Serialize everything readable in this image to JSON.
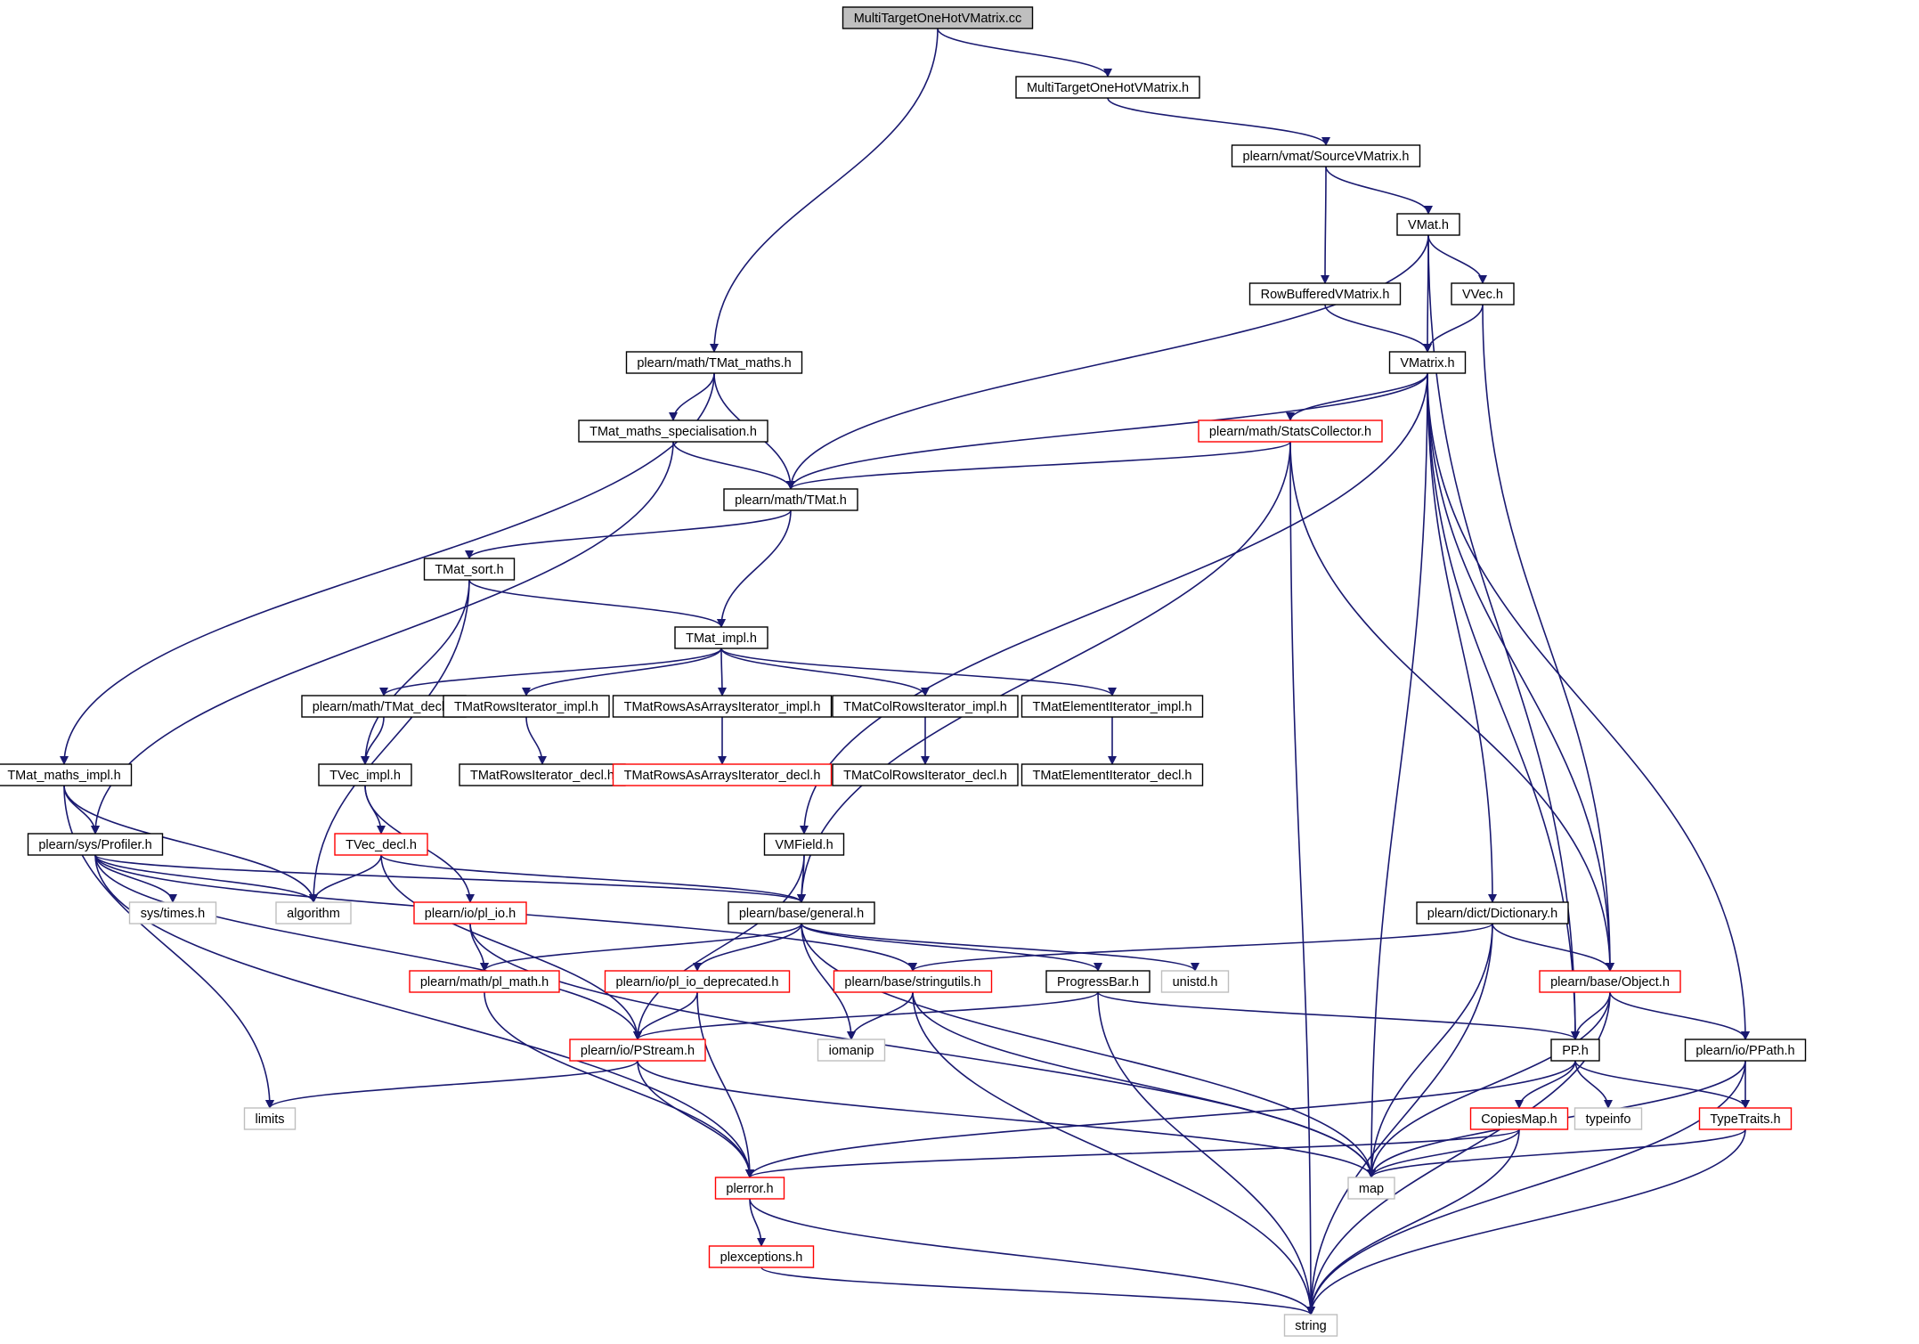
{
  "colors": {
    "edge": "#191970",
    "root_fill": "#bfbfbf",
    "normal": "#000000",
    "truncated": "#ff0000",
    "external": "#bfbfbf"
  },
  "nodes": [
    {
      "id": "root",
      "label": "MultiTargetOneHotVMatrix.cc",
      "kind": "root"
    },
    {
      "id": "mtohv",
      "label": "MultiTargetOneHotVMatrix.h",
      "kind": "normal"
    },
    {
      "id": "svm",
      "label": "plearn/vmat/SourceVMatrix.h",
      "kind": "normal"
    },
    {
      "id": "vmat",
      "label": "VMat.h",
      "kind": "normal"
    },
    {
      "id": "rbvm",
      "label": "RowBufferedVMatrix.h",
      "kind": "normal"
    },
    {
      "id": "vvec",
      "label": "VVec.h",
      "kind": "normal"
    },
    {
      "id": "vmatrix",
      "label": "VMatrix.h",
      "kind": "normal"
    },
    {
      "id": "tmaths",
      "label": "plearn/math/TMat_maths.h",
      "kind": "normal"
    },
    {
      "id": "tmspec",
      "label": "TMat_maths_specialisation.h",
      "kind": "normal"
    },
    {
      "id": "stats",
      "label": "plearn/math/StatsCollector.h",
      "kind": "truncated"
    },
    {
      "id": "tmat",
      "label": "plearn/math/TMat.h",
      "kind": "normal"
    },
    {
      "id": "tsort",
      "label": "TMat_sort.h",
      "kind": "normal"
    },
    {
      "id": "timpl",
      "label": "TMat_impl.h",
      "kind": "normal"
    },
    {
      "id": "tdecl",
      "label": "plearn/math/TMat_decl.h",
      "kind": "normal"
    },
    {
      "id": "triimpl",
      "label": "TMatRowsIterator_impl.h",
      "kind": "normal"
    },
    {
      "id": "traimpl",
      "label": "TMatRowsAsArraysIterator_impl.h",
      "kind": "normal"
    },
    {
      "id": "tciimpl",
      "label": "TMatColRowsIterator_impl.h",
      "kind": "normal"
    },
    {
      "id": "teiimpl",
      "label": "TMatElementIterator_impl.h",
      "kind": "normal"
    },
    {
      "id": "tridecl",
      "label": "TMatRowsIterator_decl.h",
      "kind": "normal"
    },
    {
      "id": "tradecl",
      "label": "TMatRowsAsArraysIterator_decl.h",
      "kind": "truncated"
    },
    {
      "id": "tcidecl",
      "label": "TMatColRowsIterator_decl.h",
      "kind": "normal"
    },
    {
      "id": "teidecl",
      "label": "TMatElementIterator_decl.h",
      "kind": "normal"
    },
    {
      "id": "tmimpl",
      "label": "TMat_maths_impl.h",
      "kind": "normal"
    },
    {
      "id": "tvimpl",
      "label": "TVec_impl.h",
      "kind": "normal"
    },
    {
      "id": "profiler",
      "label": "plearn/sys/Profiler.h",
      "kind": "normal"
    },
    {
      "id": "tvdecl",
      "label": "TVec_decl.h",
      "kind": "truncated"
    },
    {
      "id": "vmfield",
      "label": "VMField.h",
      "kind": "normal"
    },
    {
      "id": "systimes",
      "label": "sys/times.h",
      "kind": "external"
    },
    {
      "id": "algorithm",
      "label": "algorithm",
      "kind": "external"
    },
    {
      "id": "general",
      "label": "plearn/base/general.h",
      "kind": "normal"
    },
    {
      "id": "plio",
      "label": "plearn/io/pl_io.h",
      "kind": "truncated"
    },
    {
      "id": "dict",
      "label": "plearn/dict/Dictionary.h",
      "kind": "normal"
    },
    {
      "id": "plmath",
      "label": "plearn/math/pl_math.h",
      "kind": "truncated"
    },
    {
      "id": "pliodep",
      "label": "plearn/io/pl_io_deprecated.h",
      "kind": "truncated"
    },
    {
      "id": "strutils",
      "label": "plearn/base/stringutils.h",
      "kind": "truncated"
    },
    {
      "id": "progress",
      "label": "ProgressBar.h",
      "kind": "normal"
    },
    {
      "id": "unistd",
      "label": "unistd.h",
      "kind": "external"
    },
    {
      "id": "object",
      "label": "plearn/base/Object.h",
      "kind": "truncated"
    },
    {
      "id": "pstream",
      "label": "plearn/io/PStream.h",
      "kind": "truncated"
    },
    {
      "id": "iomanip",
      "label": "iomanip",
      "kind": "external"
    },
    {
      "id": "pp",
      "label": "PP.h",
      "kind": "normal"
    },
    {
      "id": "ppath",
      "label": "plearn/io/PPath.h",
      "kind": "normal"
    },
    {
      "id": "limits",
      "label": "limits",
      "kind": "external"
    },
    {
      "id": "copiesmap",
      "label": "CopiesMap.h",
      "kind": "truncated"
    },
    {
      "id": "typeinfo",
      "label": "typeinfo",
      "kind": "external"
    },
    {
      "id": "typetraits",
      "label": "TypeTraits.h",
      "kind": "truncated"
    },
    {
      "id": "plerror",
      "label": "plerror.h",
      "kind": "truncated"
    },
    {
      "id": "map",
      "label": "map",
      "kind": "external"
    },
    {
      "id": "plexc",
      "label": "plexceptions.h",
      "kind": "truncated"
    },
    {
      "id": "string",
      "label": "string",
      "kind": "external"
    }
  ],
  "edges": [
    [
      "root",
      "mtohv"
    ],
    [
      "root",
      "tmaths"
    ],
    [
      "mtohv",
      "svm"
    ],
    [
      "svm",
      "vmat"
    ],
    [
      "svm",
      "rbvm"
    ],
    [
      "vmat",
      "vvec"
    ],
    [
      "vmat",
      "vmatrix"
    ],
    [
      "vmat",
      "tmat"
    ],
    [
      "vmat",
      "pp"
    ],
    [
      "rbvm",
      "vmatrix"
    ],
    [
      "vvec",
      "vmatrix"
    ],
    [
      "vvec",
      "object"
    ],
    [
      "vmatrix",
      "stats"
    ],
    [
      "vmatrix",
      "tmat"
    ],
    [
      "vmatrix",
      "vmfield"
    ],
    [
      "vmatrix",
      "map"
    ],
    [
      "vmatrix",
      "pp"
    ],
    [
      "vmatrix",
      "dict"
    ],
    [
      "vmatrix",
      "object"
    ],
    [
      "vmatrix",
      "ppath"
    ],
    [
      "tmaths",
      "tmspec"
    ],
    [
      "tmaths",
      "tmat"
    ],
    [
      "tmaths",
      "tmimpl"
    ],
    [
      "tmspec",
      "tmat"
    ],
    [
      "tmspec",
      "profiler"
    ],
    [
      "stats",
      "tmat"
    ],
    [
      "stats",
      "general"
    ],
    [
      "stats",
      "string"
    ],
    [
      "stats",
      "object"
    ],
    [
      "tmat",
      "tsort"
    ],
    [
      "tmat",
      "timpl"
    ],
    [
      "tsort",
      "timpl"
    ],
    [
      "tsort",
      "tvimpl"
    ],
    [
      "tsort",
      "algorithm"
    ],
    [
      "timpl",
      "tdecl"
    ],
    [
      "timpl",
      "triimpl"
    ],
    [
      "timpl",
      "traimpl"
    ],
    [
      "timpl",
      "tciimpl"
    ],
    [
      "timpl",
      "teiimpl"
    ],
    [
      "tdecl",
      "tvimpl"
    ],
    [
      "triimpl",
      "tridecl"
    ],
    [
      "traimpl",
      "tradecl"
    ],
    [
      "tciimpl",
      "tcidecl"
    ],
    [
      "teiimpl",
      "teidecl"
    ],
    [
      "tvimpl",
      "tvdecl"
    ],
    [
      "tvimpl",
      "plio"
    ],
    [
      "tmimpl",
      "profiler"
    ],
    [
      "tmimpl",
      "algorithm"
    ],
    [
      "tmimpl",
      "limits"
    ],
    [
      "tvdecl",
      "algorithm"
    ],
    [
      "tvdecl",
      "general"
    ],
    [
      "tvdecl",
      "pstream"
    ],
    [
      "profiler",
      "systimes"
    ],
    [
      "profiler",
      "algorithm"
    ],
    [
      "profiler",
      "general"
    ],
    [
      "profiler",
      "strutils"
    ],
    [
      "profiler",
      "pstream"
    ],
    [
      "profiler",
      "plerror"
    ],
    [
      "vmfield",
      "general"
    ],
    [
      "vmfield",
      "pstream"
    ],
    [
      "plio",
      "plmath"
    ],
    [
      "plio",
      "map"
    ],
    [
      "general",
      "plmath"
    ],
    [
      "general",
      "pliodep"
    ],
    [
      "general",
      "iomanip"
    ],
    [
      "general",
      "progress"
    ],
    [
      "general",
      "unistd"
    ],
    [
      "general",
      "map"
    ],
    [
      "dict",
      "strutils"
    ],
    [
      "dict",
      "object"
    ],
    [
      "dict",
      "map"
    ],
    [
      "dict",
      "string"
    ],
    [
      "plmath",
      "plerror"
    ],
    [
      "pliodep",
      "pstream"
    ],
    [
      "pliodep",
      "plerror"
    ],
    [
      "strutils",
      "iomanip"
    ],
    [
      "strutils",
      "map"
    ],
    [
      "strutils",
      "string"
    ],
    [
      "progress",
      "pstream"
    ],
    [
      "progress",
      "pp"
    ],
    [
      "progress",
      "string"
    ],
    [
      "object",
      "pp"
    ],
    [
      "object",
      "ppath"
    ],
    [
      "object",
      "map"
    ],
    [
      "object",
      "string"
    ],
    [
      "pstream",
      "limits"
    ],
    [
      "pstream",
      "plerror"
    ],
    [
      "pstream",
      "map"
    ],
    [
      "pp",
      "copiesmap"
    ],
    [
      "pp",
      "typeinfo"
    ],
    [
      "pp",
      "typetraits"
    ],
    [
      "pp",
      "plerror"
    ],
    [
      "ppath",
      "typetraits"
    ],
    [
      "ppath",
      "map"
    ],
    [
      "ppath",
      "string"
    ],
    [
      "copiesmap",
      "plerror"
    ],
    [
      "copiesmap",
      "map"
    ],
    [
      "copiesmap",
      "string"
    ],
    [
      "typetraits",
      "map"
    ],
    [
      "typetraits",
      "string"
    ],
    [
      "plerror",
      "plexc"
    ],
    [
      "plerror",
      "string"
    ],
    [
      "plexc",
      "string"
    ]
  ]
}
